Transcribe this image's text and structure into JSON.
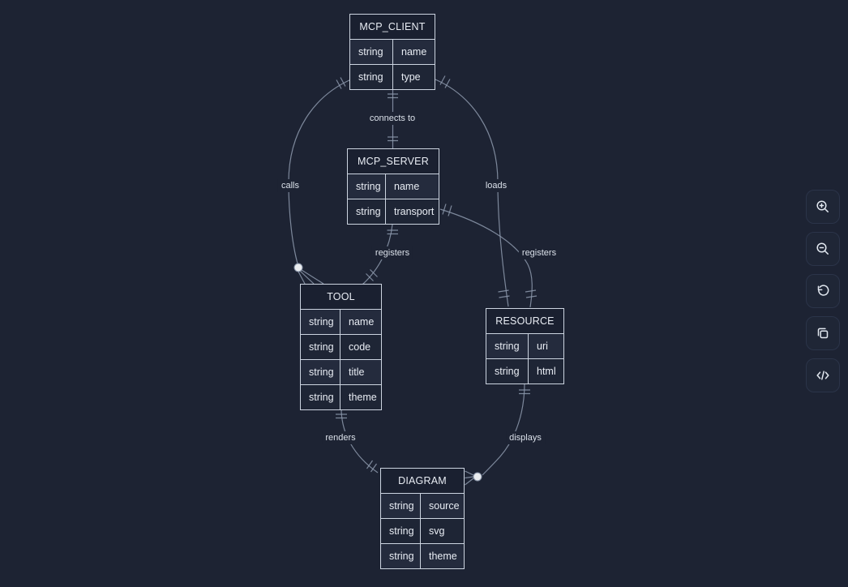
{
  "diagram": {
    "type": "entity-relationship",
    "entities": [
      {
        "name": "MCP_CLIENT",
        "attributes": [
          {
            "type": "string",
            "name": "name"
          },
          {
            "type": "string",
            "name": "type"
          }
        ]
      },
      {
        "name": "MCP_SERVER",
        "attributes": [
          {
            "type": "string",
            "name": "name"
          },
          {
            "type": "string",
            "name": "transport"
          }
        ]
      },
      {
        "name": "TOOL",
        "attributes": [
          {
            "type": "string",
            "name": "name"
          },
          {
            "type": "string",
            "name": "code"
          },
          {
            "type": "string",
            "name": "title"
          },
          {
            "type": "string",
            "name": "theme"
          }
        ]
      },
      {
        "name": "RESOURCE",
        "attributes": [
          {
            "type": "string",
            "name": "uri"
          },
          {
            "type": "string",
            "name": "html"
          }
        ]
      },
      {
        "name": "DIAGRAM",
        "attributes": [
          {
            "type": "string",
            "name": "source"
          },
          {
            "type": "string",
            "name": "svg"
          },
          {
            "type": "string",
            "name": "theme"
          }
        ]
      }
    ],
    "relationships": [
      {
        "from": "MCP_CLIENT",
        "to": "MCP_SERVER",
        "label": "connects to",
        "from_cardinality": "one",
        "to_cardinality": "one"
      },
      {
        "from": "MCP_CLIENT",
        "to": "TOOL",
        "label": "calls",
        "from_cardinality": "one",
        "to_cardinality": "zero-or-many"
      },
      {
        "from": "MCP_CLIENT",
        "to": "RESOURCE",
        "label": "loads",
        "from_cardinality": "one",
        "to_cardinality": "one"
      },
      {
        "from": "MCP_SERVER",
        "to": "TOOL",
        "label": "registers",
        "from_cardinality": "one",
        "to_cardinality": "one"
      },
      {
        "from": "MCP_SERVER",
        "to": "RESOURCE",
        "label": "registers",
        "from_cardinality": "one",
        "to_cardinality": "one"
      },
      {
        "from": "TOOL",
        "to": "DIAGRAM",
        "label": "renders",
        "from_cardinality": "one",
        "to_cardinality": "one"
      },
      {
        "from": "RESOURCE",
        "to": "DIAGRAM",
        "label": "displays",
        "from_cardinality": "one",
        "to_cardinality": "zero-or-many"
      }
    ]
  },
  "toolbar": {
    "buttons": [
      {
        "id": "zoom-in",
        "icon": "magnifier-plus-icon"
      },
      {
        "id": "zoom-out",
        "icon": "magnifier-minus-icon"
      },
      {
        "id": "reset-view",
        "icon": "rotate-ccw-icon"
      },
      {
        "id": "copy",
        "icon": "copy-icon"
      },
      {
        "id": "view-code",
        "icon": "code-icon"
      }
    ]
  },
  "colors": {
    "background": "#1d2333",
    "entity_border": "#ccd4e0",
    "entity_header_bg": "#1a2030",
    "attr_row_odd_bg": "#242b3d",
    "attr_row_even_bg": "#1e2535",
    "relationship_line": "#8e9aae",
    "text": "#e9edf4",
    "label_text": "#dbe1ea",
    "button_border": "#2b3449"
  }
}
